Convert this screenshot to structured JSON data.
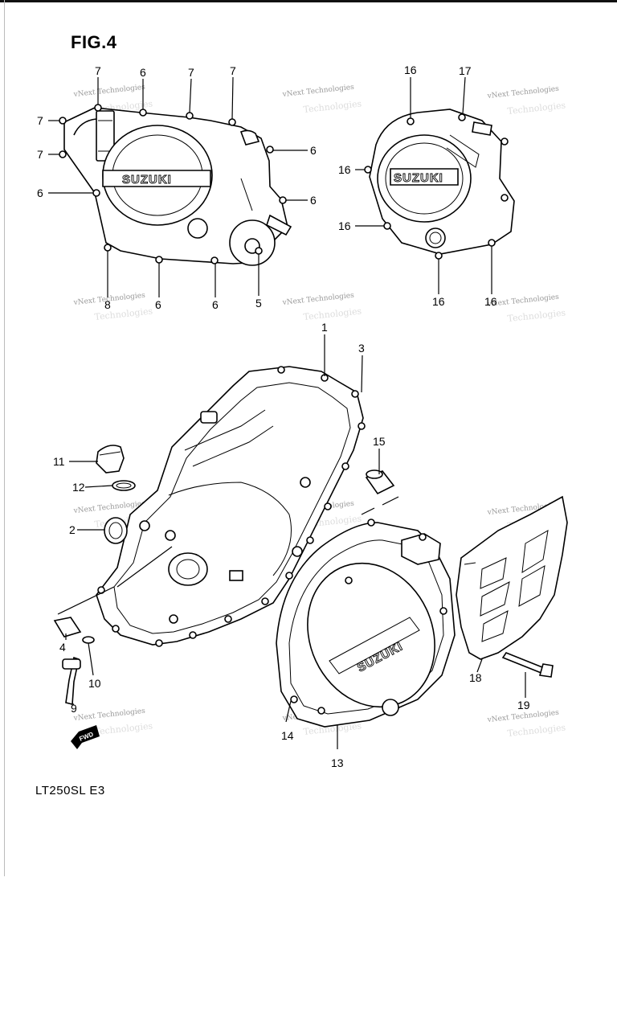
{
  "figure": {
    "title": "FIG.4",
    "model_code": "LT250SL  E3"
  },
  "brand": "SUZUKI",
  "fwd_label": "FWD",
  "watermark": {
    "line1": "vNext Technologies",
    "line2": "Technologies"
  },
  "callouts": {
    "c7a": "7",
    "c7b": "7",
    "c7c": "7",
    "c7d": "7",
    "c7e": "7",
    "c6a": "6",
    "c6b": "6",
    "c6c": "6",
    "c6d": "6",
    "c6e": "6",
    "c6f": "6",
    "c8": "8",
    "c5": "5",
    "c16a": "16",
    "c17": "17",
    "c16b": "16",
    "c16c": "16",
    "c16d": "16",
    "c16e": "16",
    "c1": "1",
    "c3": "3",
    "c15": "15",
    "c11": "11",
    "c12": "12",
    "c2": "2",
    "c4": "4",
    "c10": "10",
    "c9": "9",
    "c14": "14",
    "c13": "13",
    "c18": "18",
    "c19": "19"
  }
}
